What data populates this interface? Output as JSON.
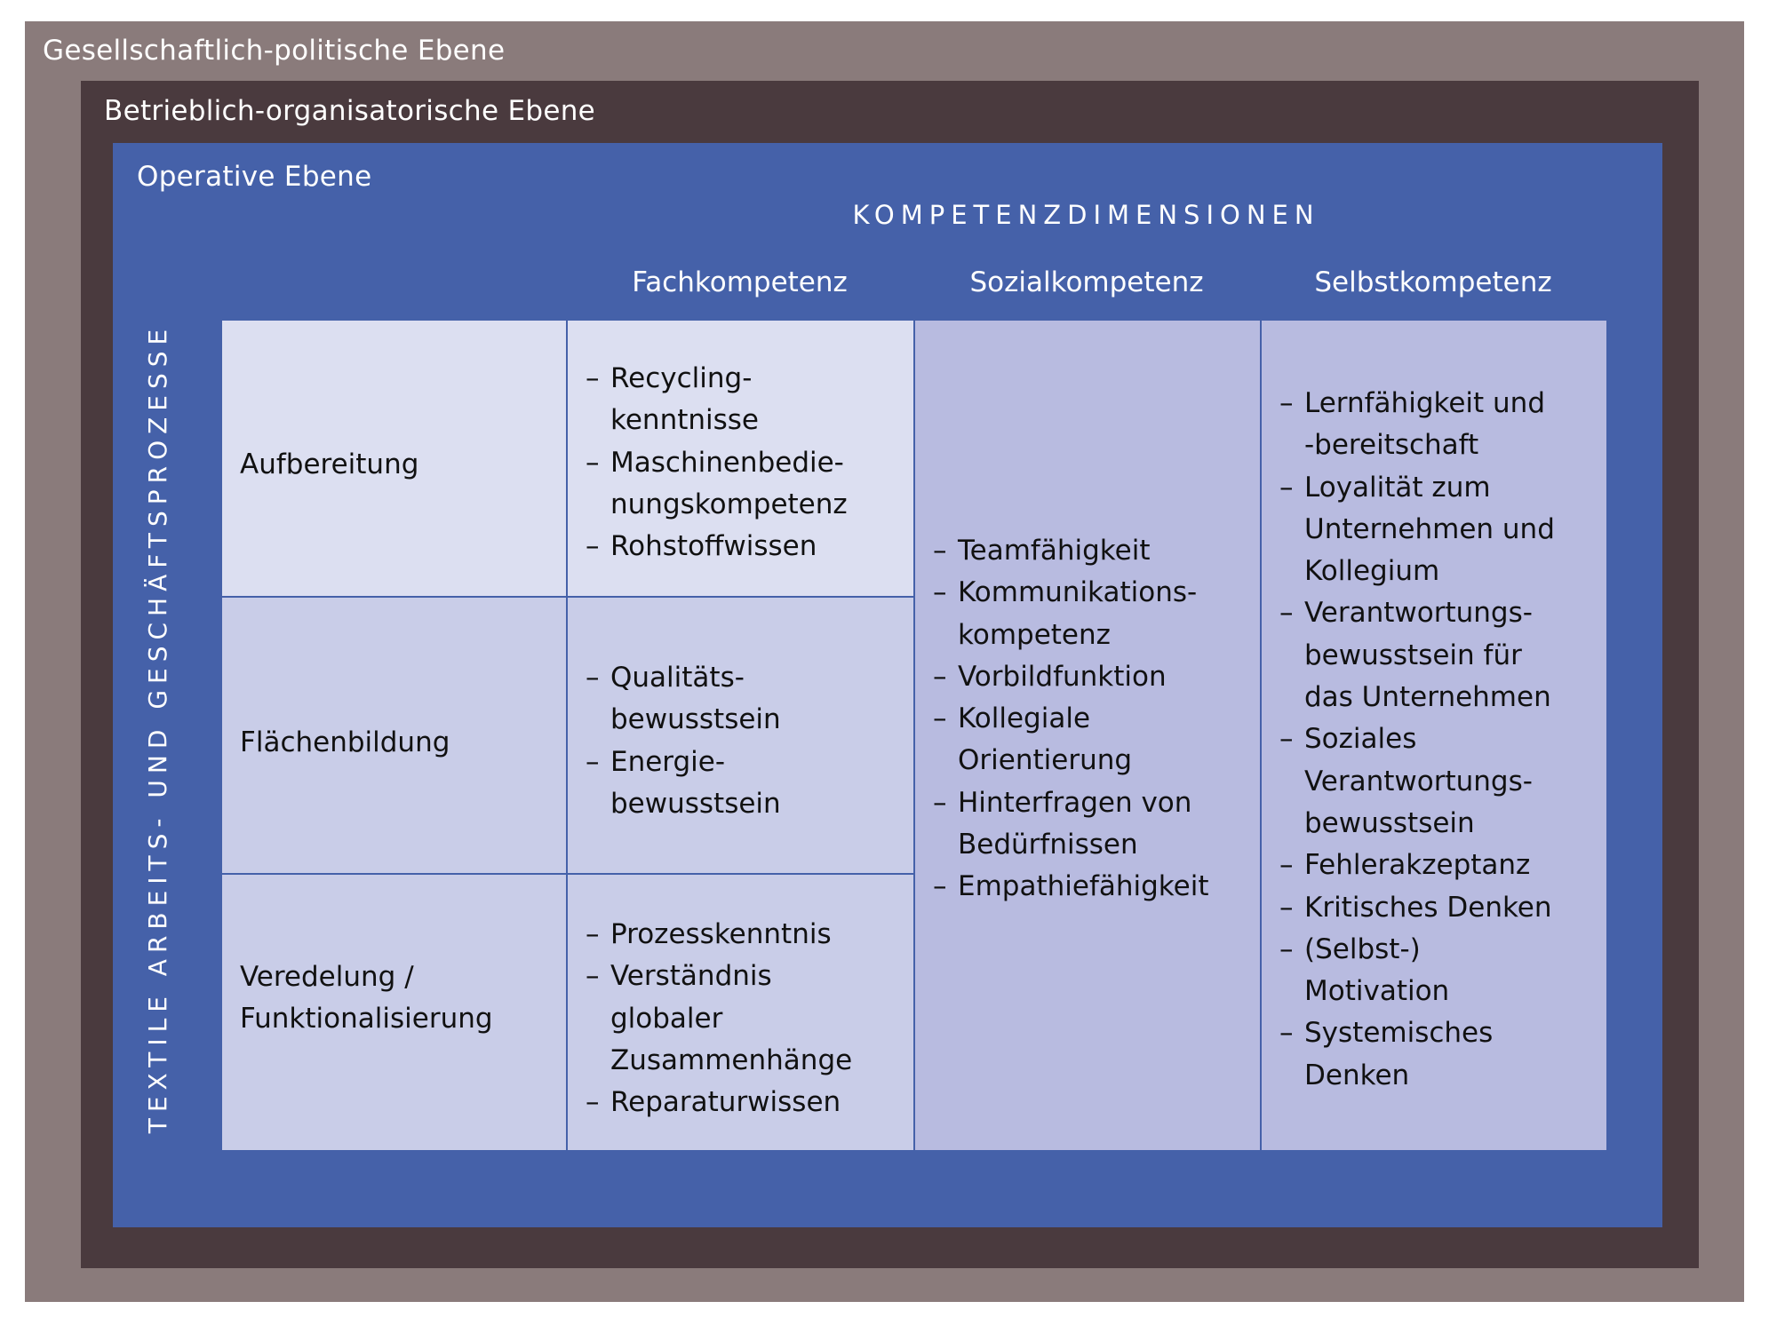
{
  "levels": {
    "outer": "Gesellschaftlich-politische Ebene",
    "middle": "Betrieblich-organisatorische Ebene",
    "inner": "Operative Ebene"
  },
  "dimensions_title": "KOMPETENZDIMENSIONEN",
  "process_axis_label": "TEXTILE ARBEITS- UND GESCHÄFTSPROZESSE",
  "columns": [
    "Fachkompetenz",
    "Sozialkompetenz",
    "Selbstkompetenz"
  ],
  "rows": [
    {
      "label": [
        "Aufbereitung"
      ],
      "fachkompetenz": [
        [
          "Recycling-",
          "kenntnisse"
        ],
        [
          "Maschinenbedie-",
          "nungskompetenz"
        ],
        [
          "Rohstoffwissen"
        ]
      ]
    },
    {
      "label": [
        "Flächenbildung"
      ],
      "fachkompetenz": [
        [
          "Qualitäts-",
          "bewusstsein"
        ],
        [
          "Energie-",
          "bewusstsein"
        ]
      ]
    },
    {
      "label": [
        "Veredelung /",
        "Funktionalisierung"
      ],
      "fachkompetenz": [
        [
          "Prozesskenntnis"
        ],
        [
          "Verständnis",
          "globaler",
          "Zusammenhänge"
        ],
        [
          "Reparaturwissen"
        ]
      ]
    }
  ],
  "sozialkompetenz": [
    [
      "Teamfähigkeit"
    ],
    [
      "Kommunikations-",
      "kompetenz"
    ],
    [
      "Vorbildfunktion"
    ],
    [
      "Kollegiale",
      "Orientierung"
    ],
    [
      "Hinterfragen von",
      "Bedürfnissen"
    ],
    [
      "Empathiefähigkeit"
    ]
  ],
  "selbstkompetenz": [
    [
      "Lernfähigkeit und",
      "-bereitschaft"
    ],
    [
      "Loyalität zum",
      "Unternehmen und",
      "Kollegium"
    ],
    [
      "Verantwortungs-",
      "bewusstsein für",
      "das Unternehmen"
    ],
    [
      "Soziales",
      "Verantwortungs-",
      "bewusstsein"
    ],
    [
      "Fehlerakzeptanz"
    ],
    [
      "Kritisches Denken"
    ],
    [
      "(Selbst-)",
      "Motivation"
    ],
    [
      "Systemisches",
      "Denken"
    ]
  ],
  "bullet": "–",
  "colors": {
    "outer_frame": "#8a7b7b",
    "middle_frame": "#4a3a3e",
    "inner_frame": "#4561a9",
    "row1_fill": "#dcdff1",
    "row2_3_fill": "#c9cde8",
    "spanning_fill": "#b8bbe0"
  }
}
